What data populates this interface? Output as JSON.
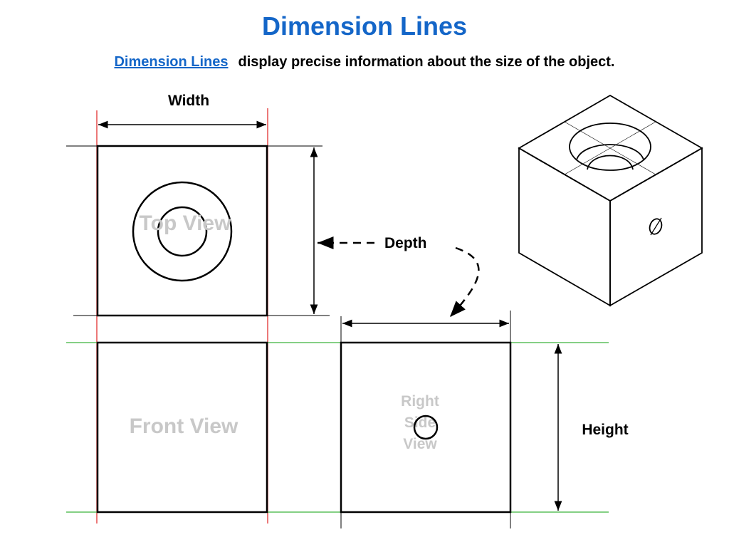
{
  "colors": {
    "title": "#1466c8",
    "link": "#1466c8",
    "outline": "#000000",
    "projection_red": "#e02020",
    "projection_green": "#3cb43c",
    "view_label_gray": "#c8c8c8"
  },
  "header": {
    "title": "Dimension Lines",
    "subtitle_link": "Dimension Lines",
    "subtitle_text": "display precise information about the size of the object."
  },
  "labels": {
    "width": "Width",
    "depth": "Depth",
    "height": "Height"
  },
  "views": {
    "top": "Top View",
    "front": "Front View",
    "right_side_line1": "Right",
    "right_side_line2": "Side",
    "right_side_line3": "View"
  }
}
